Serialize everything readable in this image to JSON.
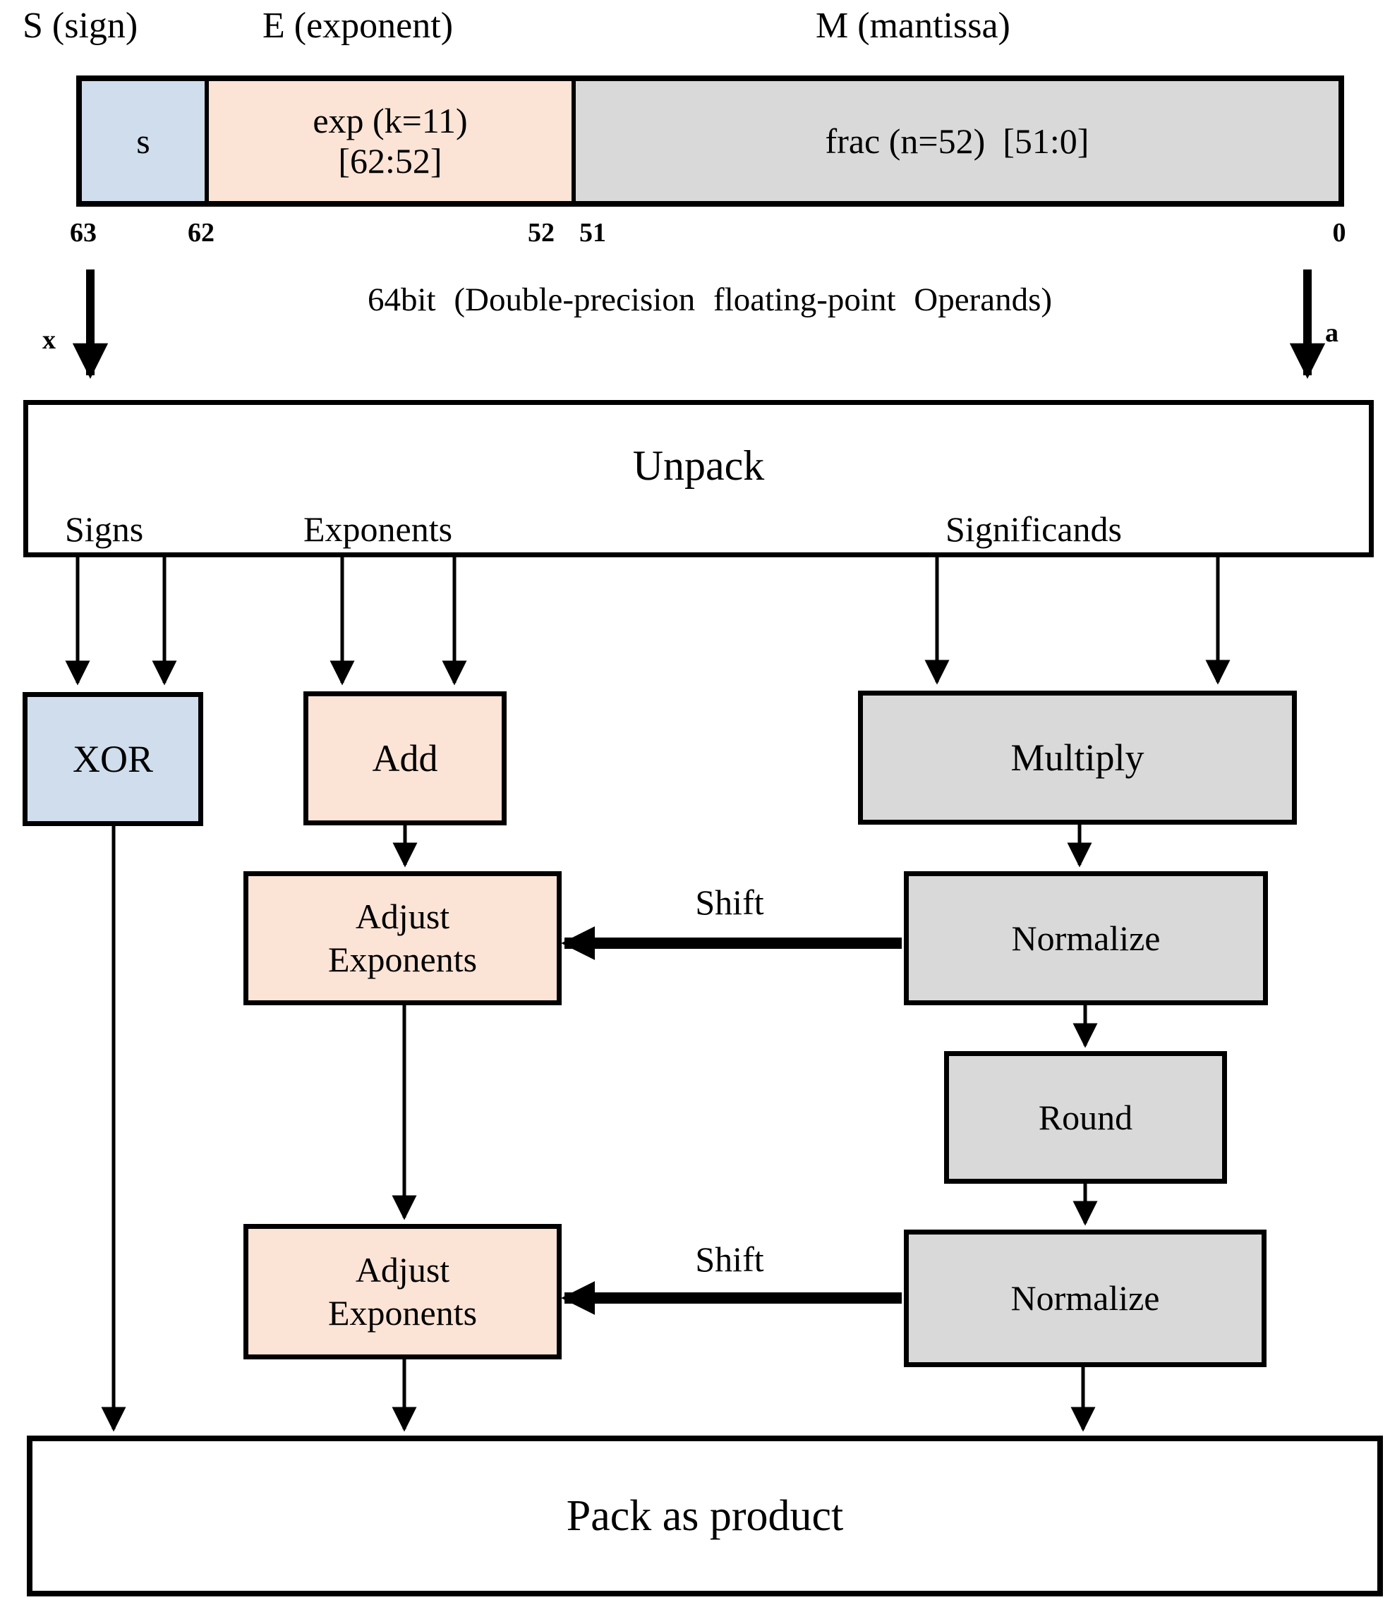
{
  "header": {
    "sign_label": "S (sign)",
    "exponent_label": "E (exponent)",
    "mantissa_label": "M (mantissa)"
  },
  "bitfield": {
    "s": "s",
    "exp_line1": "exp (k=11)",
    "exp_line2": "[62:52]",
    "frac": "frac (n=52)  [51:0]",
    "bit_63": "63",
    "bit_62": "62",
    "bit_52": "52",
    "bit_51": "51",
    "bit_0": "0"
  },
  "operands": {
    "caption": "64bit (Double-precision floating-point Operands)",
    "x_label": "x",
    "a_label": "a"
  },
  "unpack": {
    "title": "Unpack",
    "signs": "Signs",
    "exponents": "Exponents",
    "significands": "Significands"
  },
  "pipeline": {
    "xor": "XOR",
    "add": "Add",
    "multiply": "Multiply",
    "adjust_exponents_1_line1": "Adjust",
    "adjust_exponents_1_line2": "Exponents",
    "normalize_1": "Normalize",
    "shift_1": "Shift",
    "round": "Round",
    "adjust_exponents_2_line1": "Adjust",
    "adjust_exponents_2_line2": "Exponents",
    "normalize_2": "Normalize",
    "shift_2": "Shift",
    "pack": "Pack as product"
  },
  "colors": {
    "sign_blue": "#cfddec",
    "exponent_peach": "#fbe3d6",
    "mantissa_grey": "#d9d9d9",
    "line_black": "#000000",
    "background_white": "#ffffff"
  }
}
